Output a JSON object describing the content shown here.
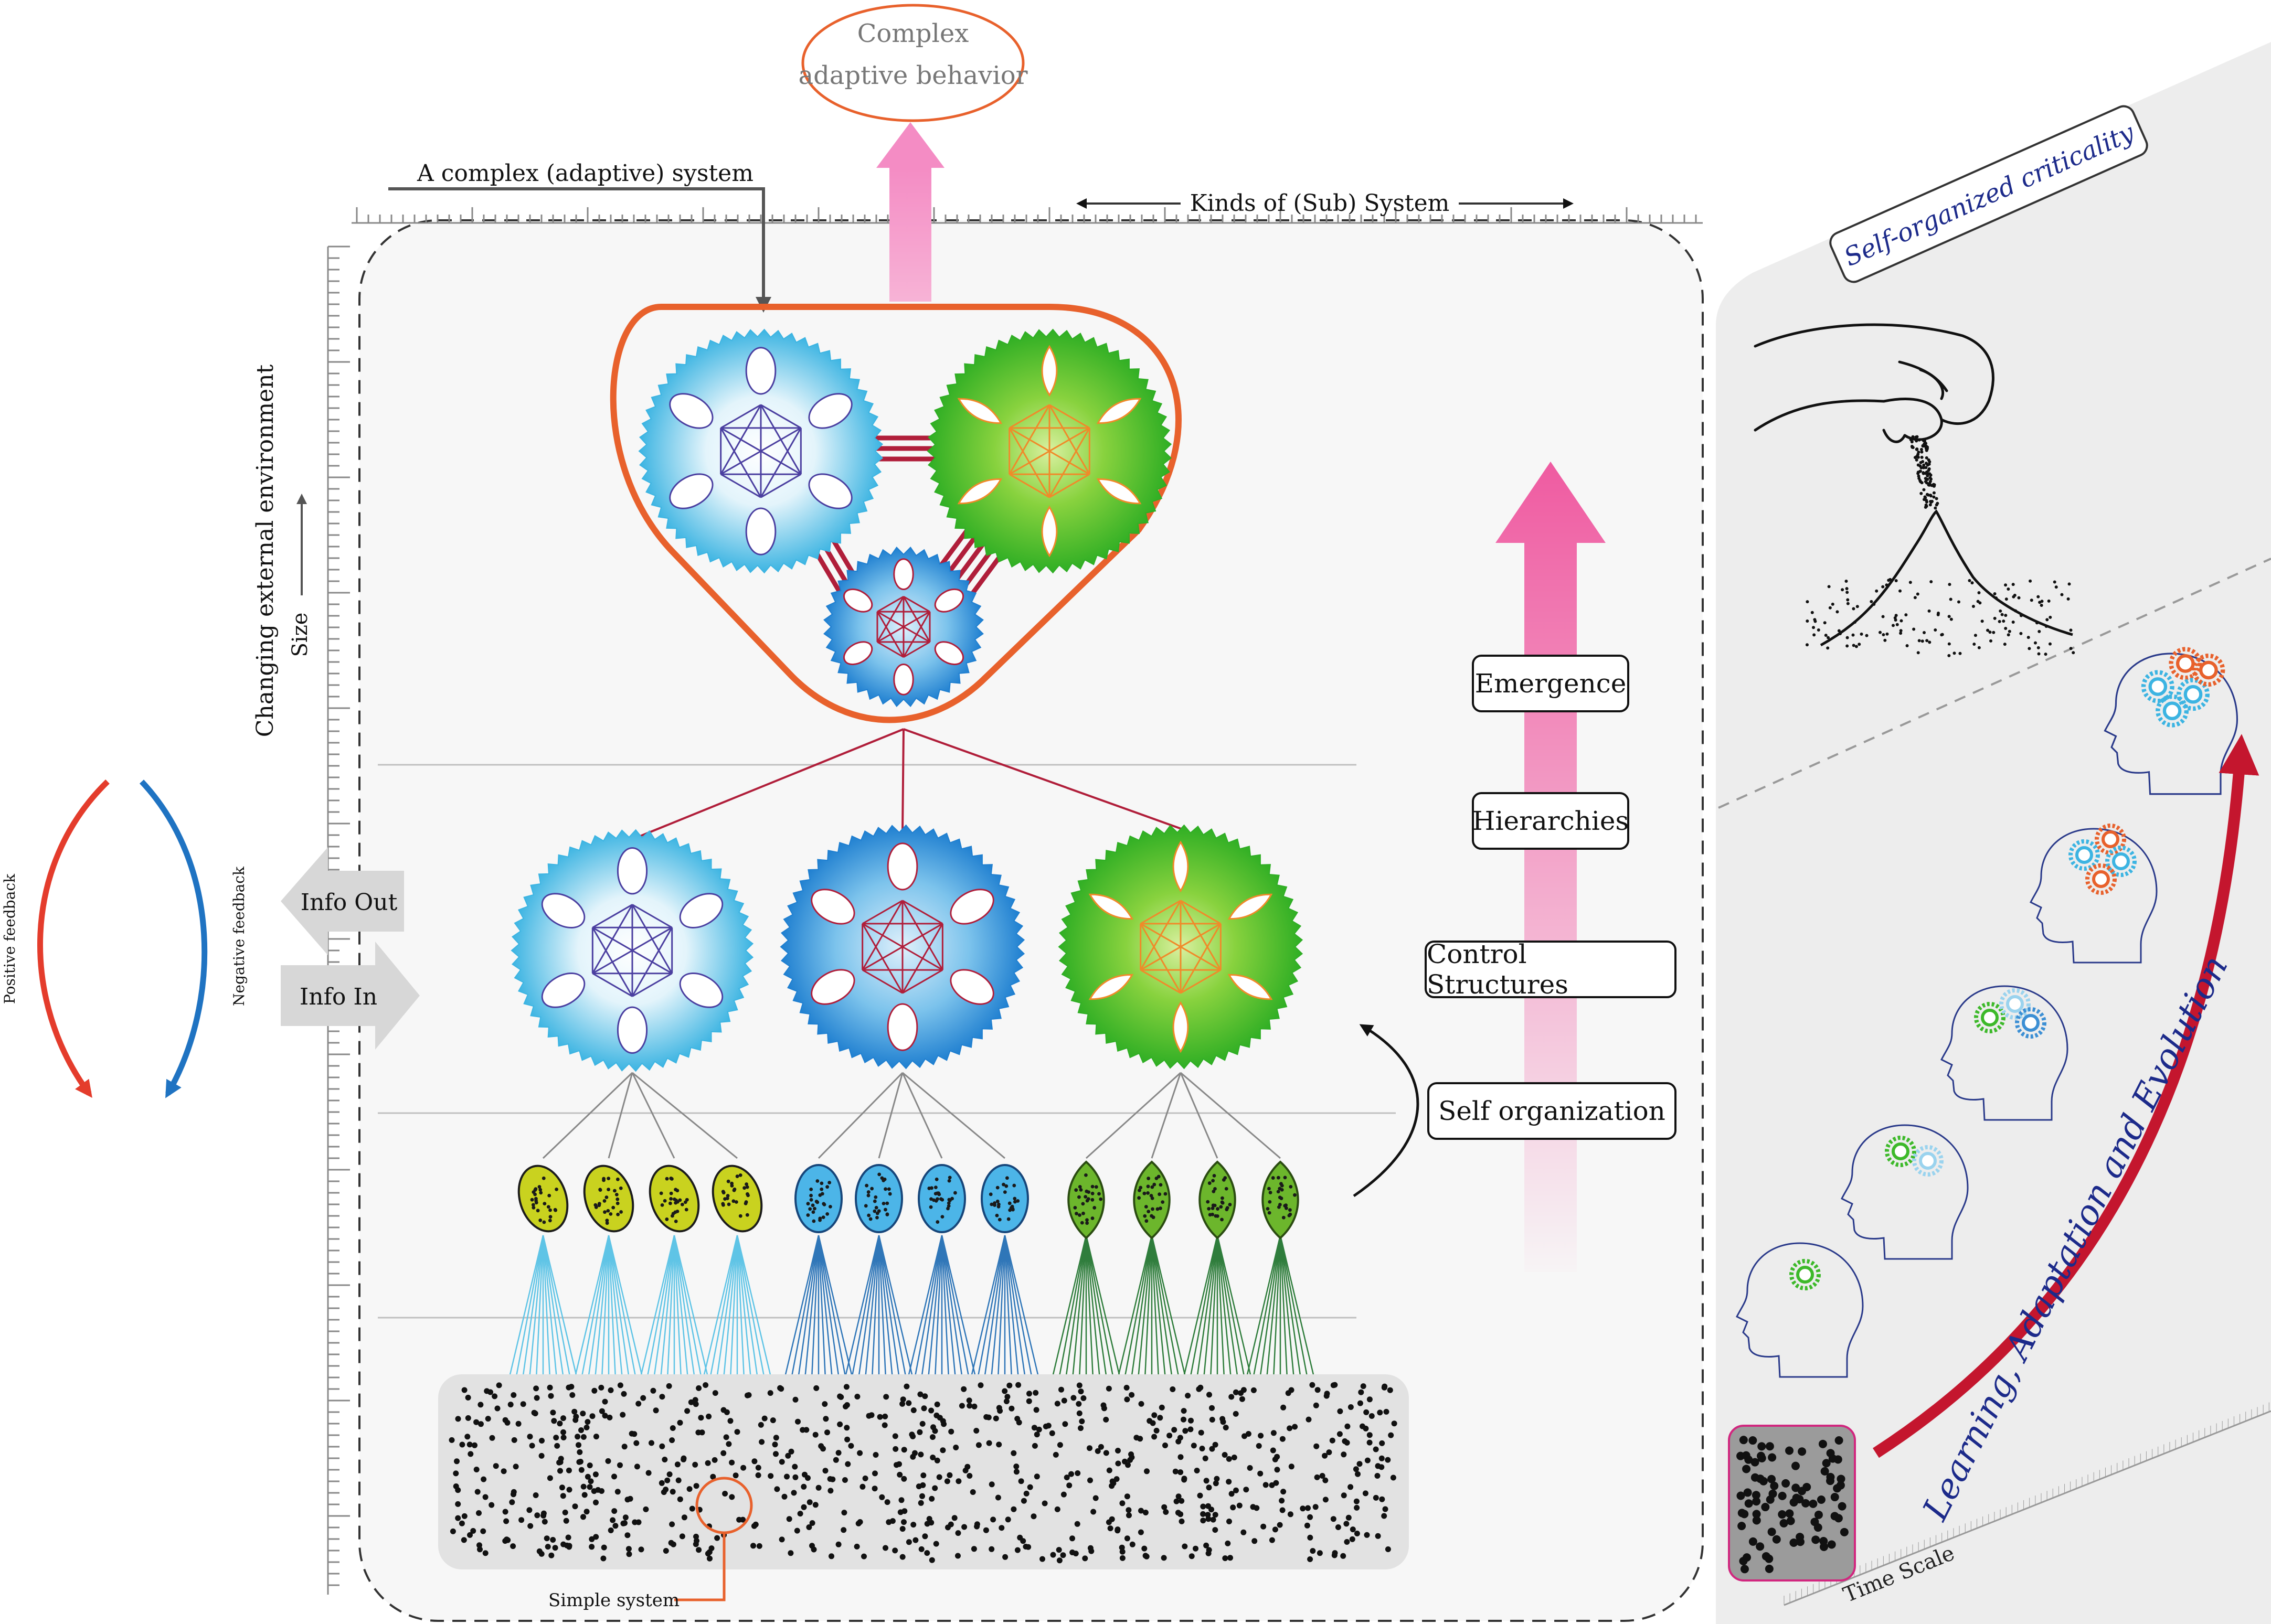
{
  "labels": {
    "complex_adaptive_behavior_line1": "Complex",
    "complex_adaptive_behavior_line2": "adaptive behavior",
    "complex_adaptive_system": "A complex (adaptive) system",
    "kinds_of_subsystem": "Kinds of (Sub) System",
    "changing_external_environment": "Changing external environment",
    "size": "Size",
    "info_out": "Info Out",
    "info_in": "Info In",
    "positive_feedback": "Positive feedback",
    "negative_feedback": "Negative feedback",
    "simple_system": "Simple system",
    "self_organized_criticality": "Self-organized criticality",
    "learning_adaptation_evolution": "Learning, Adaptation and Evolution",
    "time_scale": "Time Scale"
  },
  "process_stages": [
    {
      "label": "Emergence"
    },
    {
      "label": "Hierarchies"
    },
    {
      "label": "Control Structures"
    },
    {
      "label": "Self organization"
    }
  ],
  "colors": {
    "accent_orange": "#e8612c",
    "gear_light_blue": "#3cb4e2",
    "gear_dark_blue": "#1f7fd0",
    "gear_green": "#3db92a",
    "link_red": "#b01e3a",
    "positive_feedback_red": "#e43c2c",
    "negative_feedback_blue": "#1f73c2",
    "emergence_pink": "#ef5ba1",
    "evolution_red": "#c4162e",
    "evolution_text_navy": "#1c2a8a"
  }
}
